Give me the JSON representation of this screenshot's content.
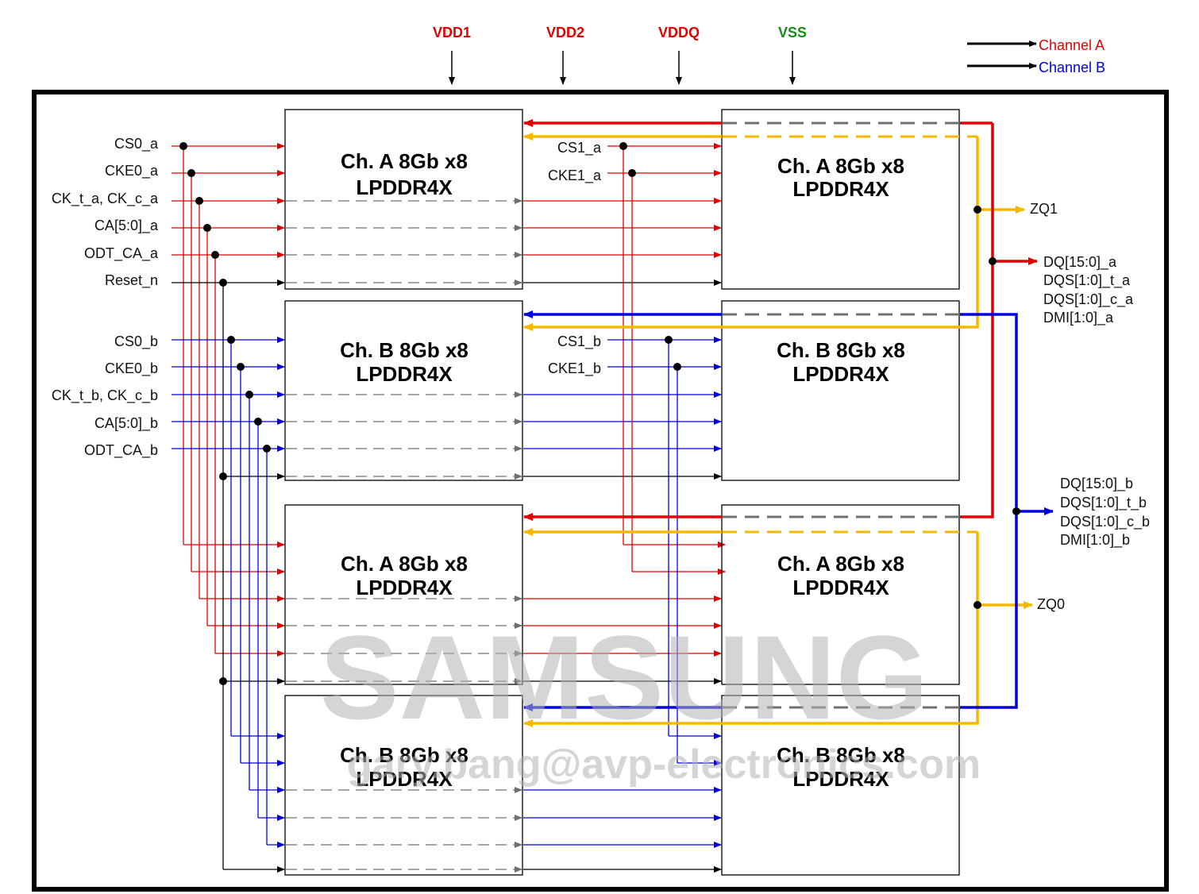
{
  "power_pins": [
    {
      "label": "VDD1",
      "color": "#e00000"
    },
    {
      "label": "VDD2",
      "color": "#e00000"
    },
    {
      "label": "VDDQ",
      "color": "#e00000"
    },
    {
      "label": "VSS",
      "color": "#1a8a1a"
    }
  ],
  "legend": [
    {
      "label": "Channel A",
      "color": "#e00000"
    },
    {
      "label": "Channel B",
      "color": "#0000e0"
    }
  ],
  "chips": [
    {
      "line1": "Ch. A 8Gb x8",
      "line2": "LPDDR4X"
    },
    {
      "line1": "Ch. A 8Gb x8",
      "line2": "LPDDR4X"
    },
    {
      "line1": "Ch. B 8Gb x8",
      "line2": "LPDDR4X"
    },
    {
      "line1": "Ch. B 8Gb x8",
      "line2": "LPDDR4X"
    },
    {
      "line1": "Ch. A 8Gb x8",
      "line2": "LPDDR4X"
    },
    {
      "line1": "Ch. A 8Gb x8",
      "line2": "LPDDR4X"
    },
    {
      "line1": "Ch. B 8Gb x8",
      "line2": "LPDDR4X"
    },
    {
      "line1": "Ch. B 8Gb x8",
      "line2": "LPDDR4X"
    }
  ],
  "left_signals_a": [
    "CS0_a",
    "CKE0_a",
    "CK_t_a, CK_c_a",
    "CA[5:0]_a",
    "ODT_CA_a",
    "Reset_n"
  ],
  "left_signals_b": [
    "CS0_b",
    "CKE0_b",
    "CK_t_b, CK_c_b",
    "CA[5:0]_b",
    "ODT_CA_b"
  ],
  "mid_signals_a": [
    "CS1_a",
    "CKE1_a"
  ],
  "mid_signals_b": [
    "CS1_b",
    "CKE1_b"
  ],
  "zq_labels": [
    "ZQ1",
    "ZQ0"
  ],
  "dq_group_a": [
    "DQ[15:0]_a",
    "DQS[1:0]_t_a",
    "DQS[1:0]_c_a",
    "DMI[1:0]_a"
  ],
  "dq_group_b": [
    "DQ[15:0]_b",
    "DQS[1:0]_t_b",
    "DQS[1:0]_c_b",
    "DMI[1:0]_b"
  ],
  "watermark": {
    "brand": "SAMSUNG",
    "email": "gary.bang@avp-electronics.com"
  },
  "colors": {
    "channel_a": "#e00000",
    "channel_b": "#0000e0",
    "zq": "#f5b800",
    "reset": "#000000",
    "dashed": "#707070"
  }
}
